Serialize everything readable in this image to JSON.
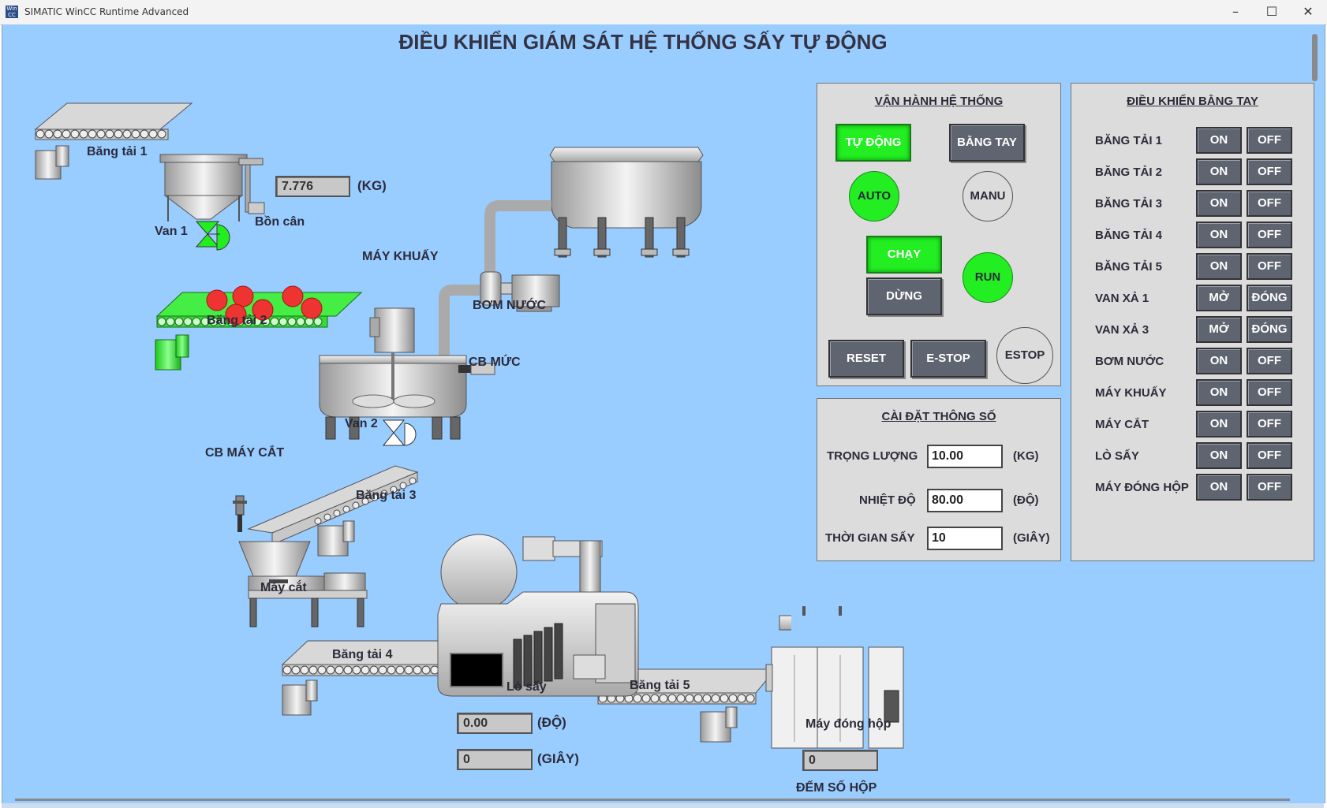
{
  "window": {
    "app_icon": "Win CC",
    "title": "SIMATIC WinCC Runtime Advanced",
    "minimize": "–",
    "maximize": "☐",
    "close": "✕"
  },
  "screen": {
    "title": "ĐIỀU KHIỂN GIÁM SÁT HỆ THỐNG SẤY TỰ ĐỘNG"
  },
  "process": {
    "bang_tai_1": "Băng tải 1",
    "bon_can": "Bồn cân",
    "van_1": "Van 1",
    "weight_value": "7.776",
    "weight_unit": "(KG)",
    "bang_tai_2": "Băng tải 2",
    "may_khuay": "MÁY KHUẤY",
    "bom_nuoc": "BƠM NƯỚC",
    "cb_muc": "CB MỨC",
    "van_2": "Van 2",
    "cb_may_cat": "CB MÁY CẮT",
    "bang_tai_3": "Băng tải 3",
    "may_cat": "Máy cắt",
    "bang_tai_4": "Băng tải 4",
    "lo_say": "Lò sấy",
    "bang_tai_5": "Băng tải 5",
    "may_dong_hop": "Máy đóng hộp",
    "temp_value": "0.00",
    "temp_unit": "(ĐỘ)",
    "time_value": "0",
    "time_unit": "(GIÂY)",
    "box_count_value": "0",
    "box_count_label": "ĐẾM SỐ HỘP"
  },
  "system_panel": {
    "title": "VẬN HÀNH HỆ THỐNG",
    "auto_button": "TỰ ĐỘNG",
    "manual_button": "BẰNG TAY",
    "auto_lamp": "AUTO",
    "manu_lamp": "MANU",
    "run_button": "CHẠY",
    "stop_button": "DỪNG",
    "run_lamp": "RUN",
    "reset_button": "RESET",
    "estop_button": "E-STOP",
    "estop_lamp": "ESTOP",
    "active_color": "#22ee22"
  },
  "params_panel": {
    "title": "CÀI ĐẶT THÔNG SỐ",
    "rows": [
      {
        "label": "TRỌNG LƯỢNG",
        "value": "10.00",
        "unit": "(KG)"
      },
      {
        "label": "NHIỆT ĐỘ",
        "value": "80.00",
        "unit": "(ĐỘ)"
      },
      {
        "label": "THỜI GIAN SẤY",
        "value": "10",
        "unit": "(GIÂY)"
      }
    ]
  },
  "manual_panel": {
    "title": "ĐIỀU KHIỂN BẰNG TAY",
    "rows": [
      {
        "label": "BĂNG TẢI 1",
        "on": "ON",
        "off": "OFF"
      },
      {
        "label": "BĂNG TẢI 2",
        "on": "ON",
        "off": "OFF"
      },
      {
        "label": "BĂNG TẢI 3",
        "on": "ON",
        "off": "OFF"
      },
      {
        "label": "BĂNG TẢI 4",
        "on": "ON",
        "off": "OFF"
      },
      {
        "label": "BĂNG TẢI 5",
        "on": "ON",
        "off": "OFF"
      },
      {
        "label": "VAN XẢ 1",
        "on": "MỞ",
        "off": "ĐÓNG"
      },
      {
        "label": "VAN XẢ 3",
        "on": "MỞ",
        "off": "ĐÓNG"
      },
      {
        "label": "BƠM NƯỚC",
        "on": "ON",
        "off": "OFF"
      },
      {
        "label": "MÁY KHUẤY",
        "on": "ON",
        "off": "OFF"
      },
      {
        "label": "MÁY CẮT",
        "on": "ON",
        "off": "OFF"
      },
      {
        "label": "LÒ SẤY",
        "on": "ON",
        "off": "OFF"
      },
      {
        "label": "MÁY ĐÓNG HỘP",
        "on": "ON",
        "off": "OFF"
      }
    ]
  },
  "colors": {
    "screen_background": "#99ccff",
    "active_equipment": "#22ee22",
    "product": "#ee3333"
  }
}
